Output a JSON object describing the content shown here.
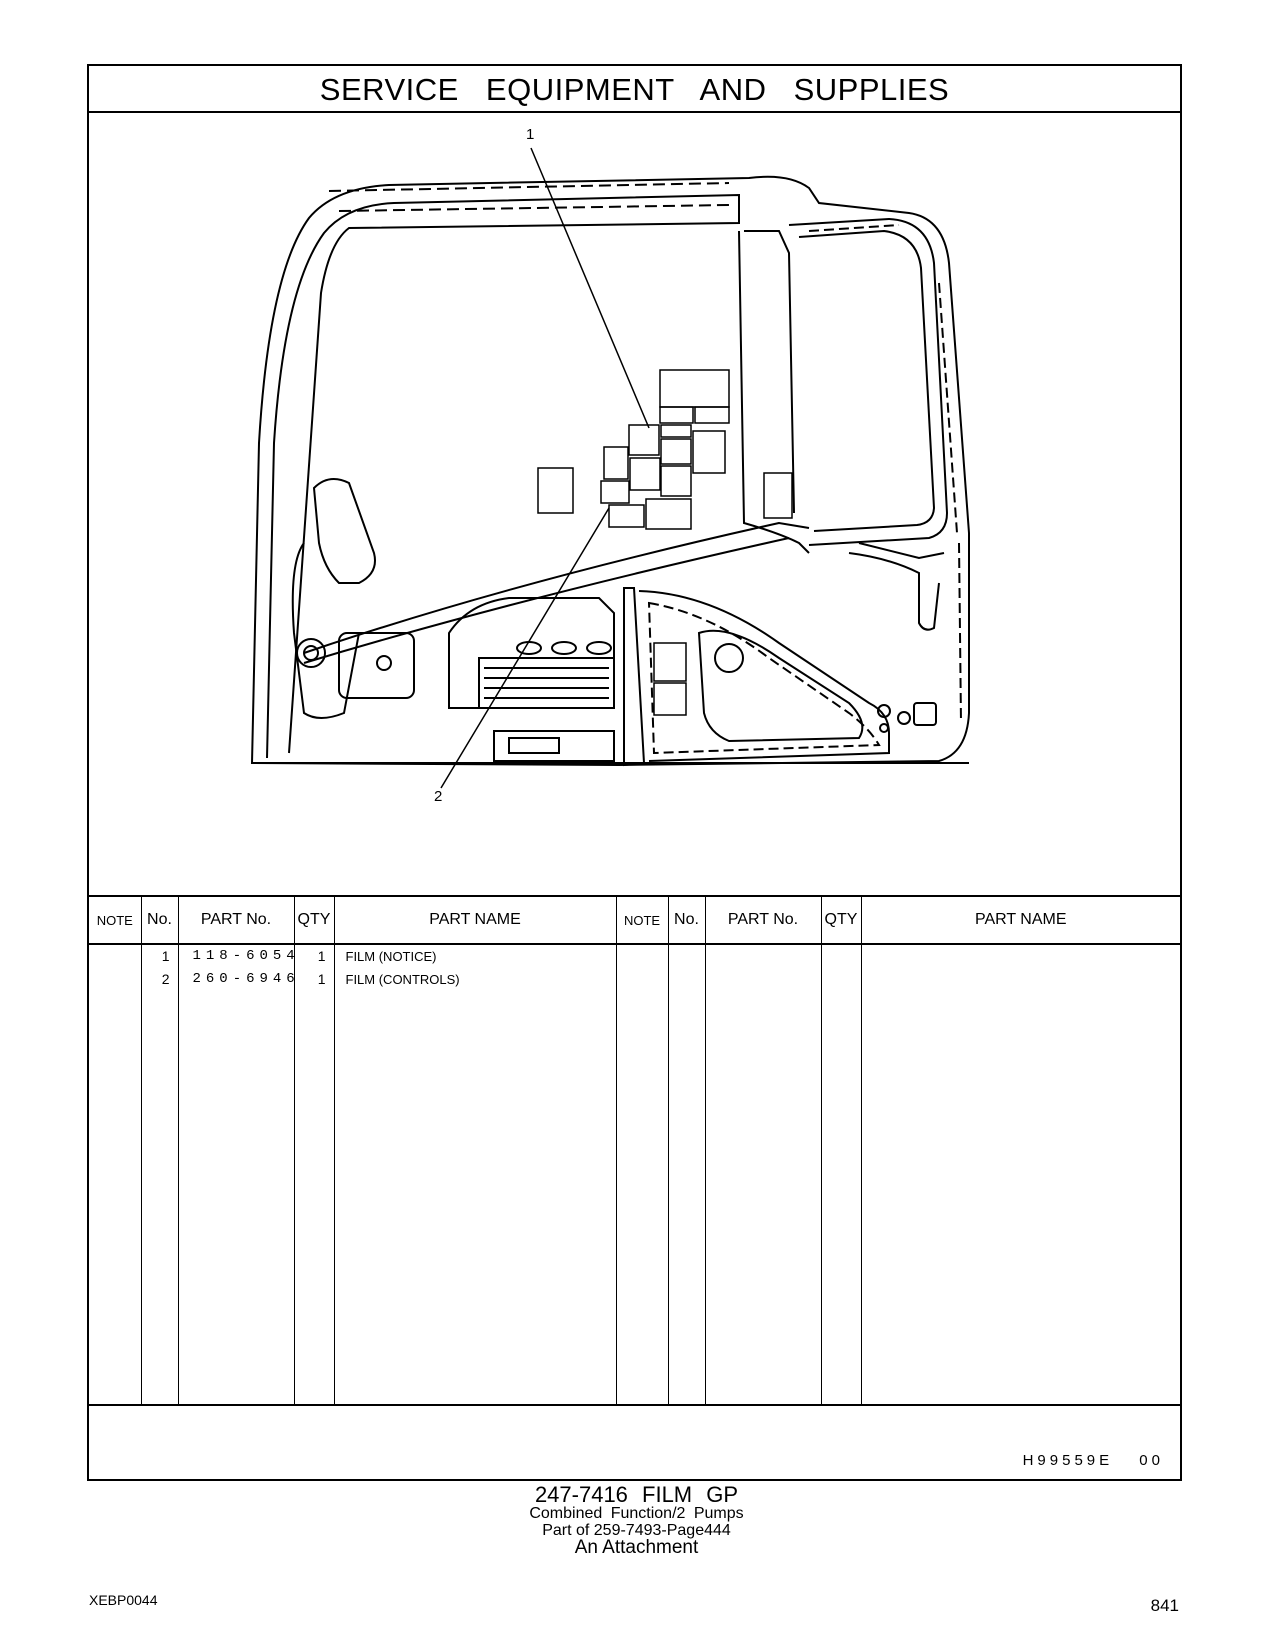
{
  "header": {
    "title": "SERVICE EQUIPMENT AND SUPPLIES"
  },
  "illustration": {
    "callouts": [
      "1",
      "2"
    ]
  },
  "table": {
    "columns": [
      "NOTE",
      "No.",
      "PART No.",
      "QTY",
      "PART NAME",
      "NOTE",
      "No.",
      "PART No.",
      "QTY",
      "PART NAME"
    ],
    "rows": [
      {
        "no": "1",
        "part_no": "118-6054",
        "qty": "1",
        "name": "FILM (NOTICE)"
      },
      {
        "no": "2",
        "part_no": "260-6946",
        "qty": "1",
        "name": "FILM (CONTROLS)"
      }
    ]
  },
  "footer": {
    "ref_code": "H99559E 00",
    "group": "247-7416 FILM GP",
    "subtitle": "Combined Function/2 Pumps",
    "part_of": "Part of 259-7493-Page444",
    "attachment": "An Attachment",
    "doc_id": "XEBP0044",
    "page_number": "841"
  }
}
